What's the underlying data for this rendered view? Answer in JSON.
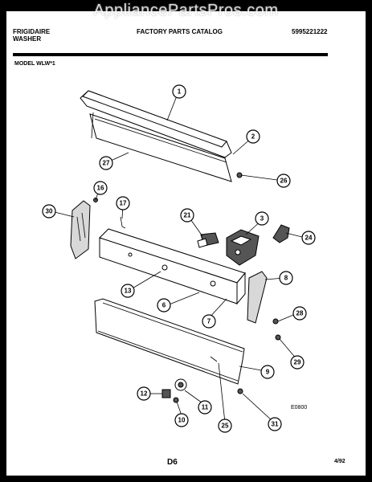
{
  "watermark": "AppliancePartsPros.com",
  "header": {
    "brand_line1": "FRIGIDAIRE",
    "brand_line2": "WASHER",
    "catalog_title": "FACTORY PARTS CATALOG",
    "catalog_number": "5995221222"
  },
  "model_label": "MODEL WLW*1",
  "diagram_code": "E0800",
  "page_code": "D6",
  "date_code": "4/92",
  "callouts": [
    "1",
    "2",
    "27",
    "26",
    "16",
    "30",
    "17",
    "21",
    "3",
    "24",
    "13",
    "8",
    "6",
    "7",
    "28",
    "29",
    "9",
    "12",
    "11",
    "10",
    "25",
    "31"
  ]
}
